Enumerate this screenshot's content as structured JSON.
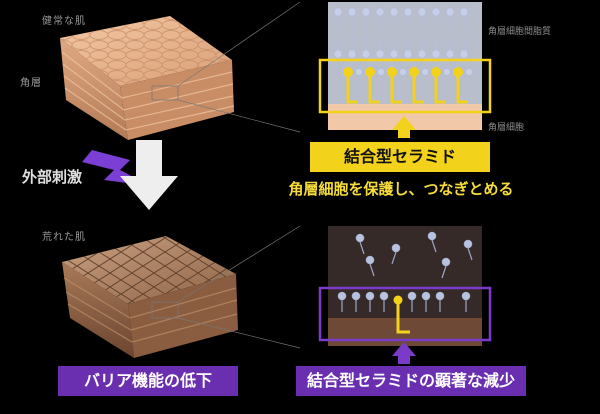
{
  "labels": {
    "healthy_skin": "健常な肌",
    "stratum_corneum": "角層",
    "external_stimulus": "外部刺激",
    "rough_skin": "荒れた肌",
    "intercellular_lipid": "角層細胞間脂質",
    "corneocyte": "角層細胞",
    "bound_ceramide": "結合型セラミド",
    "protect_caption": "角層細胞を保護し、つなぎとめる",
    "barrier_decline": "バリア機能の低下",
    "ceramide_decrease": "結合型セラミドの顕著な減少"
  },
  "colors": {
    "background": "#000000",
    "highlight_yellow": "#f2d21a",
    "highlight_purple": "#6a2fb0",
    "lightning": "#7b3fd6",
    "skin_healthy": "#e8b48f",
    "skin_rough": "#b8845e"
  },
  "icons": [
    "lightning-bolt-icon",
    "down-arrow-icon",
    "up-arrow-icon"
  ]
}
